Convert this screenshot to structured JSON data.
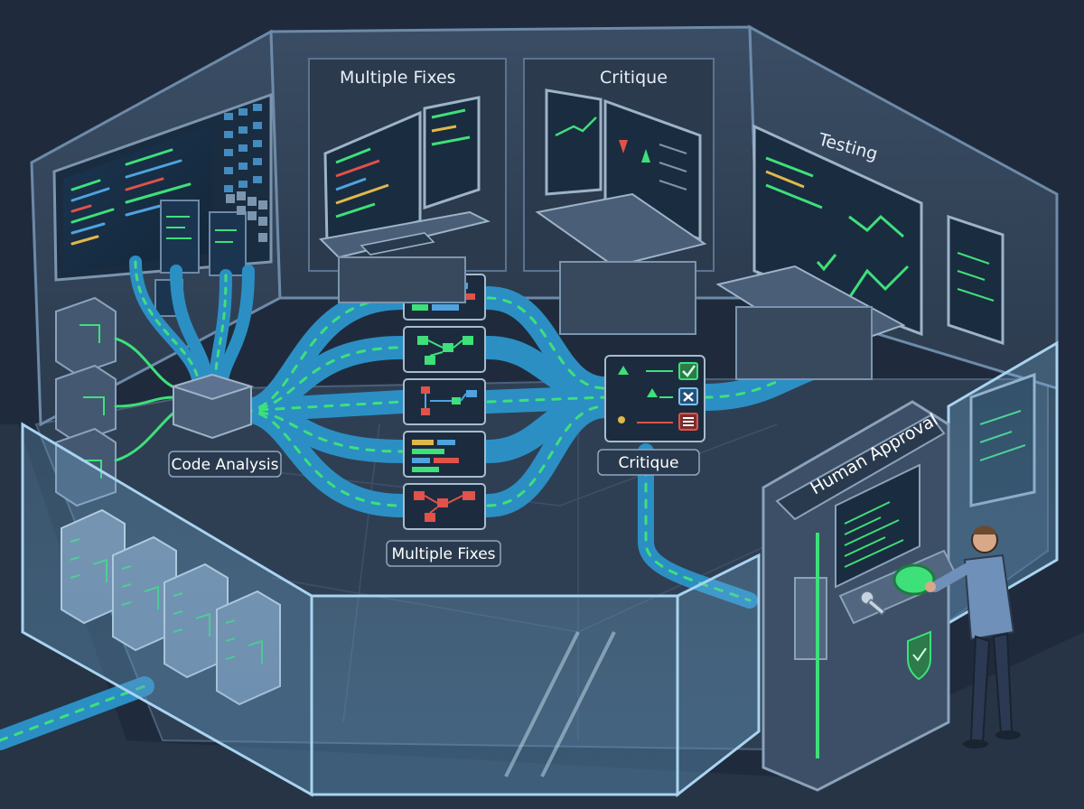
{
  "wall_labels": {
    "multiple_fixes": "Multiple Fixes",
    "critique": "Critique",
    "testing": "Testing",
    "human_approval": "Human Approval"
  },
  "floor_labels": {
    "code_analysis": "Code Analysis",
    "multiple_fixes": "Multiple Fixes",
    "critique": "Critique"
  },
  "colors": {
    "background": "#1f2b3c",
    "wall": "#33445a",
    "floor": "#2e3d50",
    "pipe": "#2b8fc4",
    "flow_green": "#3ee07a",
    "alert_red": "#e0524a"
  }
}
